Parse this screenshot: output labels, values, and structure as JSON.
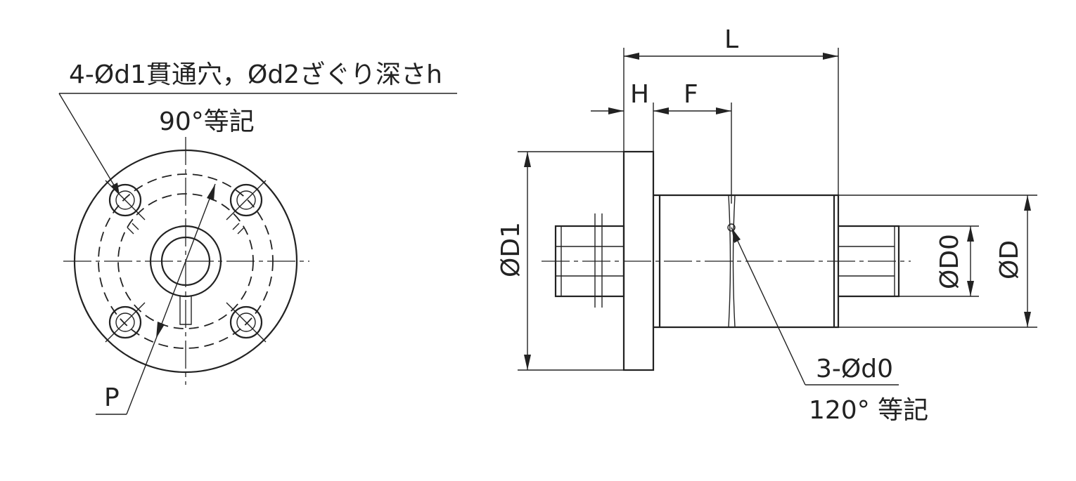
{
  "front_view": {
    "hole_callout": "4-Ød1貫通穴，Ød2ざぐり深さh",
    "hole_spacing": "90°等記",
    "pcd_label": "P"
  },
  "side_view": {
    "length_label": "L",
    "flange_thickness_label": "H",
    "offset_label": "F",
    "flange_diameter_label": "ØD1",
    "shaft_diameter_label": "ØD0",
    "body_diameter_label": "ØD",
    "pin_hole_callout": "3-Ød0",
    "pin_hole_spacing": "120° 等記"
  }
}
